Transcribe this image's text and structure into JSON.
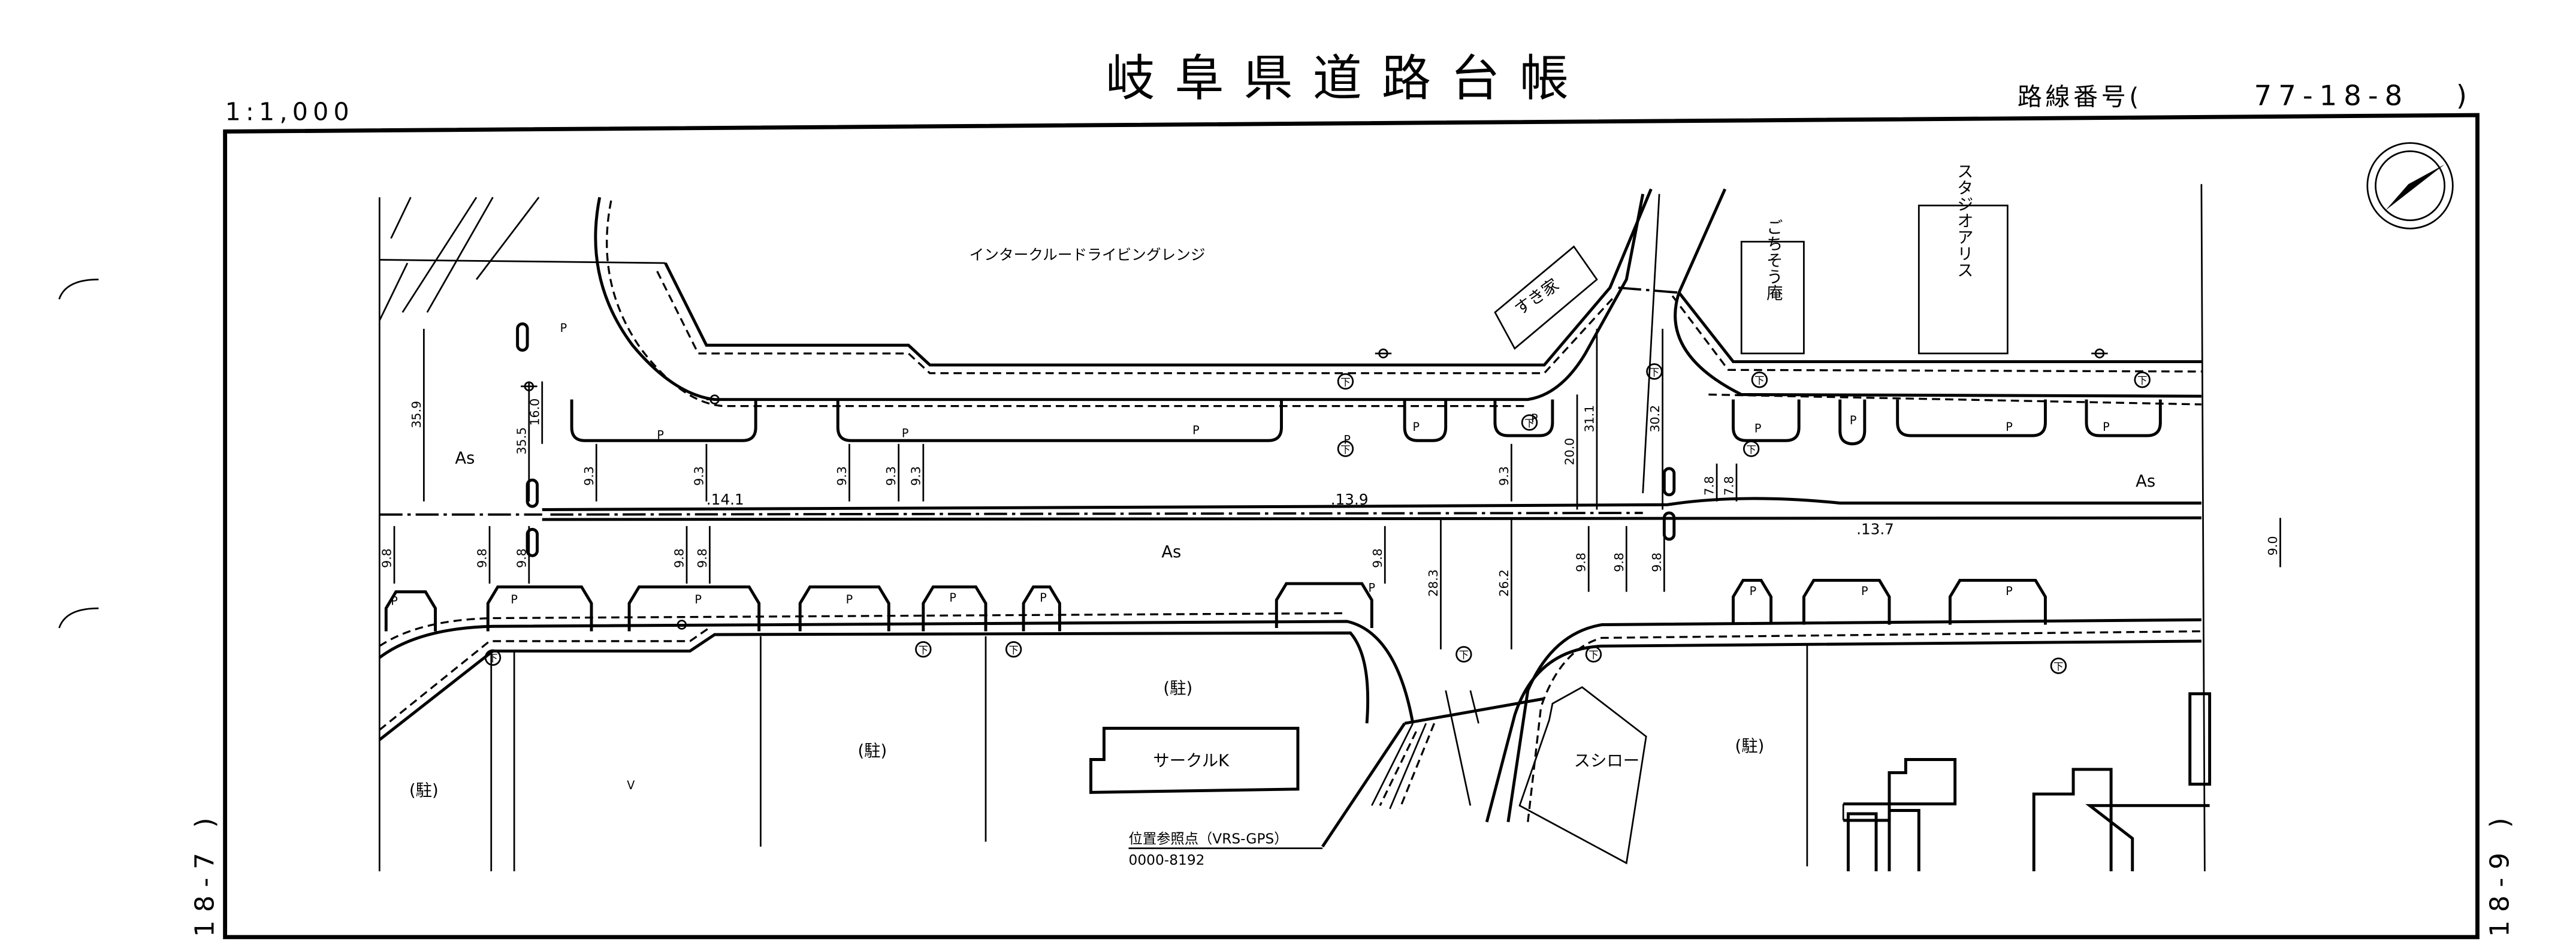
{
  "header": {
    "scale": "1:1,000",
    "title": "岐阜県道路台帳",
    "route_label": "路線番号(",
    "route_number": "77-18-8",
    "route_close": ")"
  },
  "adjacent_sheets": {
    "left": "18-7 )",
    "right": "18-9 )"
  },
  "north_arrow": "north-arrow-icon",
  "places": {
    "driving_range": "インタークルードライビングレンジ",
    "sukiya": "すき家",
    "gochisouan": "ごちそう庵",
    "studio_alice": "スタジオアリス",
    "circle_k": "サークルK",
    "sushiro": "スシロー",
    "parking": "(駐)"
  },
  "surface": "As",
  "reference_point": {
    "label": "位置参照点（VRS-GPS）",
    "code": "0000-8192"
  },
  "symbols": {
    "parking_mark": "P",
    "sewer_mark": "下",
    "check_mark": "V"
  },
  "dimensions": {
    "upper": [
      "35.9",
      "35.5",
      "16.0",
      "9.3",
      "9.3",
      "9.3",
      "9.3",
      "9.3",
      "9.3",
      "20.0",
      "31.1",
      "30.2",
      "7.8",
      "7.8"
    ],
    "widths": [
      ".14.1",
      ".13.9",
      ".13.7"
    ],
    "lower": [
      "9.8",
      "9.8",
      "9.8",
      "9.8",
      "9.8",
      "9.8",
      "28.3",
      "26.2",
      "9.8",
      "9.8",
      "9.8",
      "9.0"
    ]
  }
}
